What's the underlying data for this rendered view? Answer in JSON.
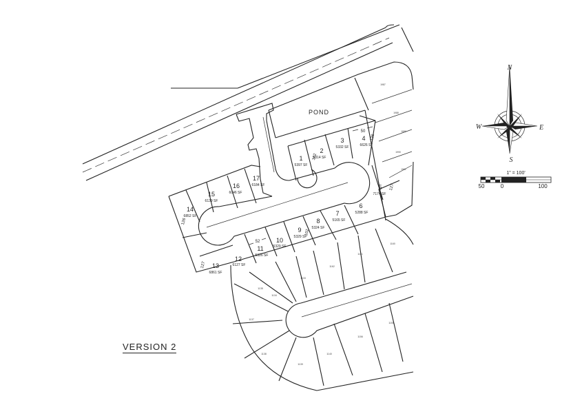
{
  "pond_label": "POND",
  "version_label": "VERSION 2",
  "lots": [
    {
      "number": "1",
      "area": "5397 SF"
    },
    {
      "number": "2",
      "area": "5314 SF"
    },
    {
      "number": "3",
      "area": "5332 SF"
    },
    {
      "number": "4",
      "area": "6626 SF"
    },
    {
      "number": "5",
      "area": "7174 SF"
    },
    {
      "number": "6",
      "area": "5288 SF"
    },
    {
      "number": "7",
      "area": "5165 SF"
    },
    {
      "number": "8",
      "area": "5324 SF"
    },
    {
      "number": "9",
      "area": "5329 SF"
    },
    {
      "number": "10",
      "area": "5329 SF"
    },
    {
      "number": "11",
      "area": "5326 SF"
    },
    {
      "number": "12",
      "area": "6127 SF"
    },
    {
      "number": "13",
      "area": "6861 SF"
    },
    {
      "number": "14",
      "area": "6852 SF"
    },
    {
      "number": "15",
      "area": "6139 SF"
    },
    {
      "number": "16",
      "area": "6046 SF"
    },
    {
      "number": "17",
      "area": "6184 SF"
    }
  ],
  "dimensions": [
    "50",
    "126",
    "102",
    "127",
    "102",
    "52",
    "126",
    "127"
  ],
  "compass": {
    "north": "N",
    "south": "S",
    "east": "E",
    "west": "W"
  },
  "scale_bar": {
    "title": "1\" = 100'",
    "left_label": "50",
    "zero_label": "0",
    "right_label": "100"
  }
}
